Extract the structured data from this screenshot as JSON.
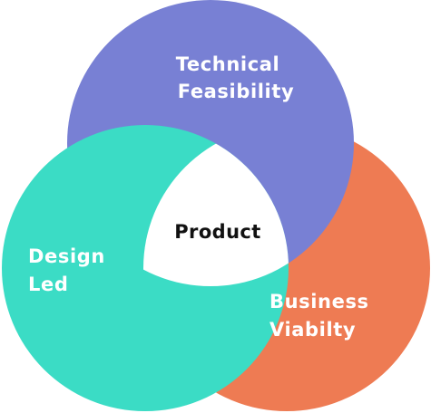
{
  "diagram": {
    "sets": [
      {
        "id": "technical",
        "label_lines": [
          "Technical",
          "Feasibility"
        ],
        "color": "#7880D4"
      },
      {
        "id": "business",
        "label_lines": [
          "Business",
          "Viabilty"
        ],
        "color": "#EE7B53"
      },
      {
        "id": "design",
        "label_lines": [
          "Design",
          "Led"
        ],
        "color": "#3BDCC5"
      }
    ],
    "center": {
      "label": "Product",
      "color": "#FFFFFF",
      "text_color": "#111111"
    },
    "label_color": "#FFFFFF"
  }
}
